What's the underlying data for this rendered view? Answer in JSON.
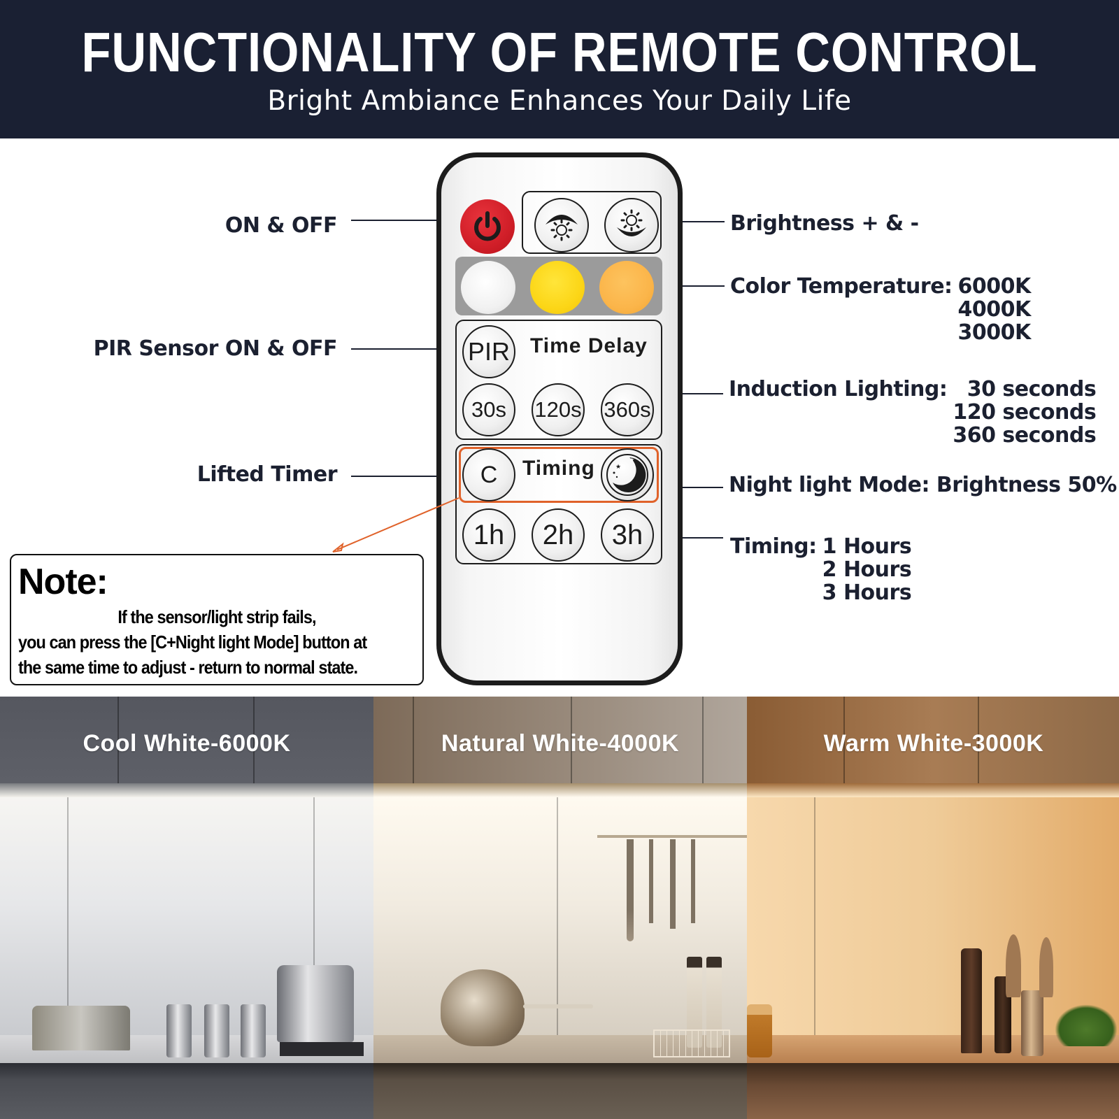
{
  "header": {
    "title": "FUNCTIONALITY OF REMOTE CONTROL",
    "subtitle": "Bright Ambiance Enhances Your Daily Life"
  },
  "colors": {
    "header_bg": "#1a2033",
    "label_text": "#1b2030",
    "power_red": "#d01e28",
    "swatch_cool": "#f2f2f2",
    "swatch_natural": "#fcd617",
    "swatch_warm": "#fbb54a",
    "highlight_orange": "#e0622a"
  },
  "callouts": {
    "left": [
      {
        "label": "ON & OFF"
      },
      {
        "label": "PIR Sensor ON & OFF"
      },
      {
        "label": "Lifted Timer"
      }
    ],
    "right": {
      "brightness": {
        "label": "Brightness + & -"
      },
      "color_temperature": {
        "label": "Color Temperature:",
        "values": [
          "6000K",
          "4000K",
          "3000K"
        ]
      },
      "induction_lighting": {
        "label": "Induction Lighting:",
        "values": [
          "30 seconds",
          "120 seconds",
          "360 seconds"
        ]
      },
      "night_light": {
        "label": "Night light Mode: Brightness 50%"
      },
      "timing": {
        "label": "Timing:",
        "values": [
          "1 Hours",
          "2 Hours",
          "3 Hours"
        ]
      }
    }
  },
  "remote": {
    "power_icon": "power-icon",
    "brightness_up_icon": "brightness-up-icon",
    "brightness_down_icon": "brightness-down-icon",
    "time_delay_label": "Time Delay",
    "pir_button": "PIR",
    "delay_buttons": [
      "30s",
      "120s",
      "360s"
    ],
    "timing_label": "Timing",
    "clear_button": "C",
    "night_icon": "moon-icon",
    "timer_buttons": [
      "1h",
      "2h",
      "3h"
    ]
  },
  "note": {
    "title": "Note:",
    "line1": "If the sensor/light strip fails,",
    "line2": "you can press the [C+Night light Mode] button at",
    "line3": "the same time to adjust - return to normal state."
  },
  "kitchen_panels": [
    {
      "label": "Cool White-6000K"
    },
    {
      "label": "Natural White-4000K"
    },
    {
      "label": "Warm White-3000K"
    }
  ]
}
